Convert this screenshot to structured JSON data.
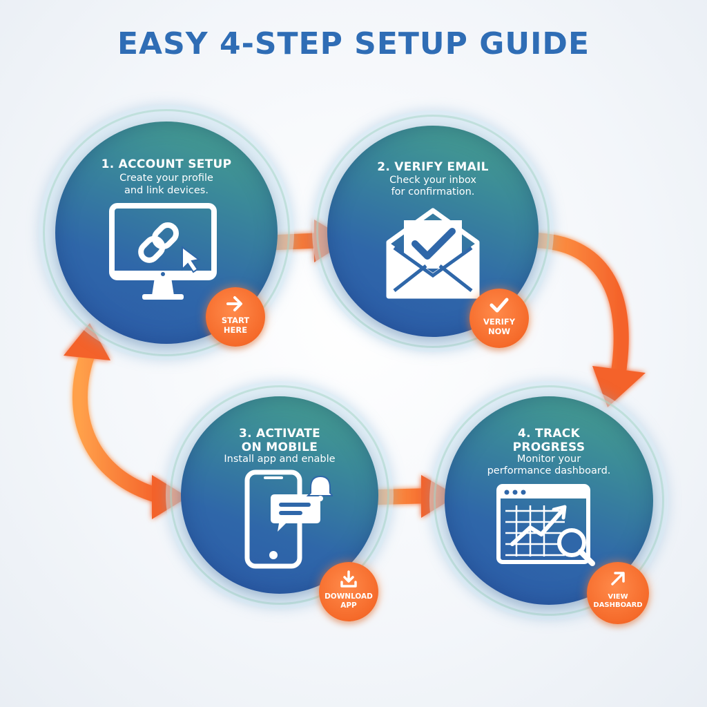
{
  "title": "EASY 4-STEP SETUP GUIDE",
  "colors": {
    "title": "#2f6db5",
    "circle_dark": "#2b5aa8",
    "circle_light": "#4aa58a",
    "accent_orange": "#f56a2a"
  },
  "steps": [
    {
      "heading": "1. ACCOUNT SETUP",
      "desc_1": "Create your profile",
      "desc_2": "and link devices.",
      "icon": "monitor-link-icon",
      "badge_icon": "arrow-right-icon",
      "badge_1": "START",
      "badge_2": "HERE"
    },
    {
      "heading": "2. VERIFY EMAIL",
      "desc_1": "Check your inbox",
      "desc_2": "for confirmation.",
      "icon": "envelope-check-icon",
      "badge_icon": "checkmark-icon",
      "badge_1": "VERIFY",
      "badge_2": "NOW"
    },
    {
      "heading_1": "3. ACTIVATE",
      "heading_2": "ON MOBILE",
      "desc_1": "Install app and enable",
      "icon": "phone-chat-bell-icon",
      "badge_icon": "download-icon",
      "badge_1": "DOWNLOAD",
      "badge_2": "APP"
    },
    {
      "heading_1": "4. TRACK",
      "heading_2": "PROGRESS",
      "desc_1": "Monitor your",
      "desc_2": "performance dashboard.",
      "icon": "dashboard-chart-search-icon",
      "badge_icon": "arrow-up-right-icon",
      "badge_1": "VIEW",
      "badge_2": "DASHBOARD"
    }
  ]
}
